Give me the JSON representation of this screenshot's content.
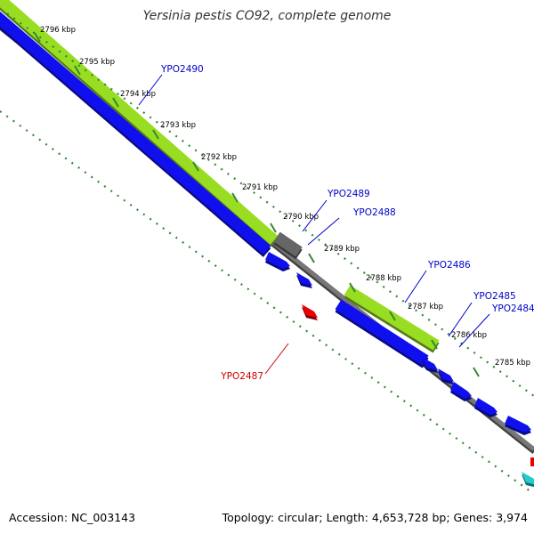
{
  "title": "Yersinia pestis CO92, complete genome",
  "accession_text": "Accession: NC_003143",
  "summary_text": "Topology: circular; Length: 4,653,728 bp; Genes: 3,974",
  "colors": {
    "forward_gene": "#1010ee",
    "reverse_gene": "#ee0000",
    "cds_track": "#99dd22",
    "other_feature": "#666666",
    "cyan_feature": "#22cccc",
    "backbone": "#777777",
    "ticks": "#338833",
    "forward_label": "#0000cc",
    "reverse_label": "#cc0000"
  },
  "ticks": [
    {
      "label": "2796 kbp"
    },
    {
      "label": "2795 kbp"
    },
    {
      "label": "2794 kbp"
    },
    {
      "label": "2793 kbp"
    },
    {
      "label": "2792 kbp"
    },
    {
      "label": "2791 kbp"
    },
    {
      "label": "2790 kbp"
    },
    {
      "label": "2789 kbp"
    },
    {
      "label": "2788 kbp"
    },
    {
      "label": "2787 kbp"
    },
    {
      "label": "2786 kbp"
    },
    {
      "label": "2785 kbp"
    }
  ],
  "genes": [
    {
      "name": "YPO2490",
      "strand": "forward"
    },
    {
      "name": "YPO2489",
      "strand": "forward"
    },
    {
      "name": "YPO2488",
      "strand": "forward"
    },
    {
      "name": "YPO2487",
      "strand": "reverse"
    },
    {
      "name": "YPO2486",
      "strand": "forward"
    },
    {
      "name": "YPO2485",
      "strand": "forward"
    },
    {
      "name": "YPO2484",
      "strand": "forward"
    }
  ]
}
